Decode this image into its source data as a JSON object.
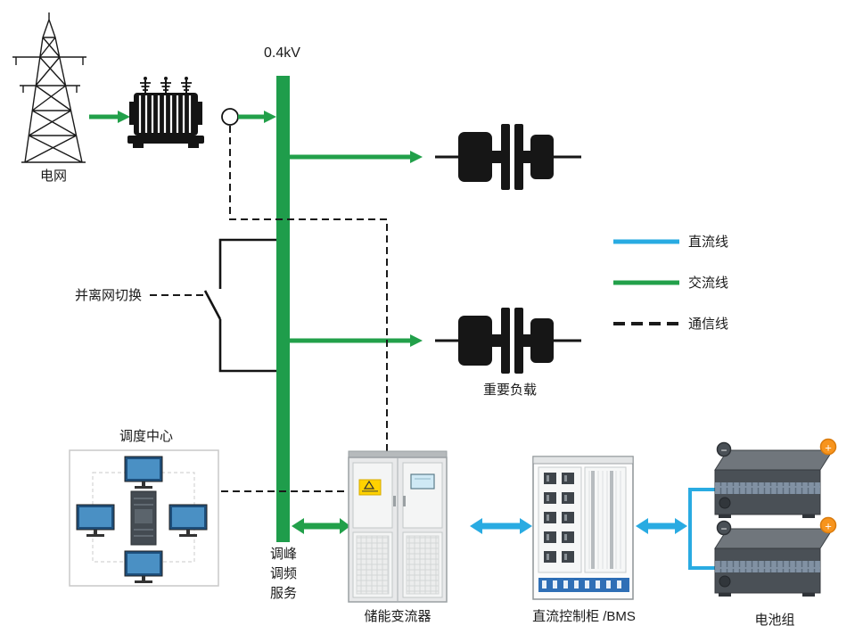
{
  "diagram": {
    "grid": {
      "label": "电网"
    },
    "busbar": {
      "voltage": "0.4kV"
    },
    "switch": {
      "label": "并离网切换"
    },
    "load": {
      "label": "重要负载"
    },
    "dispatch": {
      "label": "调度中心"
    },
    "service": {
      "line1": "调峰",
      "line2": "调频",
      "line3": "服务"
    },
    "pcs": {
      "label": "储能变流器"
    },
    "bms": {
      "label": "直流控制柜 /BMS"
    },
    "battery": {
      "label": "电池组",
      "plus": "+",
      "minus": "−"
    }
  },
  "legend": {
    "dc": "直流线",
    "ac": "交流线",
    "comm": "通信线"
  },
  "colors": {
    "ac_line": "#22a04a",
    "dc_line": "#29abe2",
    "comm_line": "#1a1a1a",
    "busbar": "#1f9d4b",
    "plus_terminal": "#f7941d",
    "warning_sticker": "#ffd200"
  }
}
